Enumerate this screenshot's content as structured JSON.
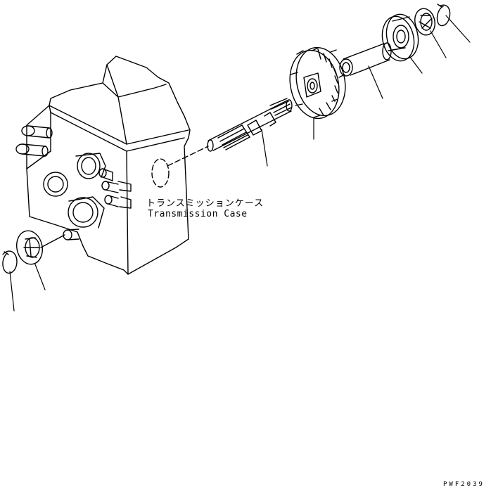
{
  "labels": {
    "case_jp": "トランスミッションケース",
    "case_en": "Transmission Case",
    "drawing_code": "PWF2039"
  },
  "colors": {
    "ink": "#000000",
    "paper": "#ffffff"
  }
}
